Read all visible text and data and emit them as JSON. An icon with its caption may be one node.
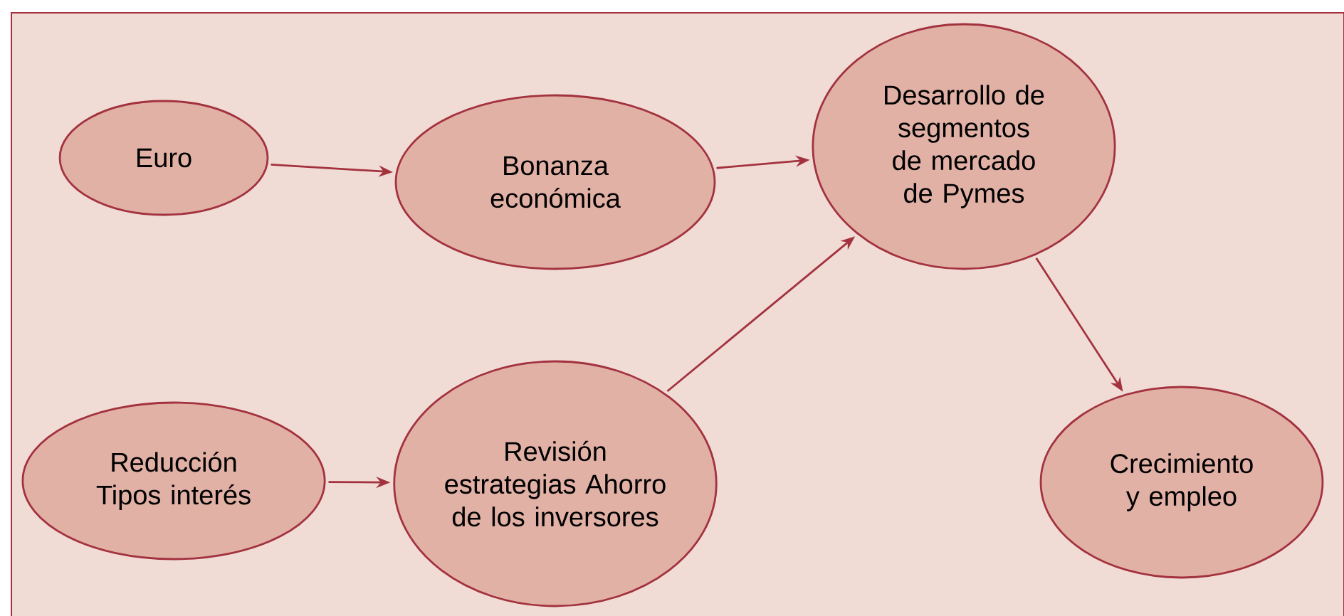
{
  "diagram": {
    "nodes": [
      {
        "text": [
          "Euro"
        ]
      },
      {
        "text": [
          "Bonanza económica"
        ]
      },
      {
        "text": [
          "Desarrollo de segmentos de mercado de Pymes"
        ]
      },
      {
        "text": [
          "Reducción Tipos interés"
        ]
      },
      {
        "text": [
          "Revisión estrategias Ahorro de los inversores"
        ]
      },
      {
        "text": [
          "Crecimiento y empleo"
        ]
      }
    ],
    "edges": [
      {
        "from": 0,
        "to": 1,
        "arrow": "to"
      },
      {
        "from": 1,
        "to": 2,
        "arrow": "to"
      },
      {
        "from": 3,
        "to": 4,
        "arrow": "to"
      },
      {
        "from": 4,
        "to": 2,
        "arrow": "to"
      },
      {
        "from": 2,
        "to": 5,
        "arrow": "to"
      }
    ]
  }
}
